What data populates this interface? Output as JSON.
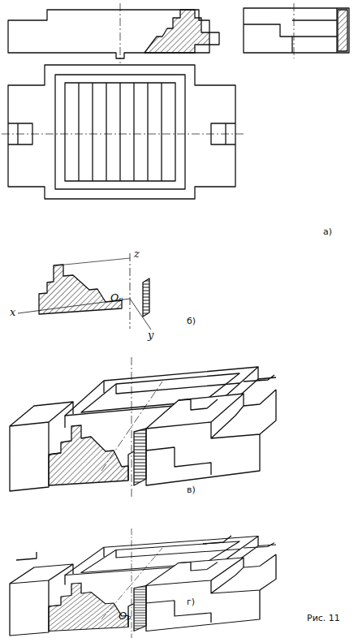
{
  "diagram": {
    "labels": [
      "а)",
      "z",
      "x",
      "Oₚ",
      "y",
      "б)",
      "в)",
      "Oₚ",
      "г)",
      "Рис. 11"
    ]
  }
}
